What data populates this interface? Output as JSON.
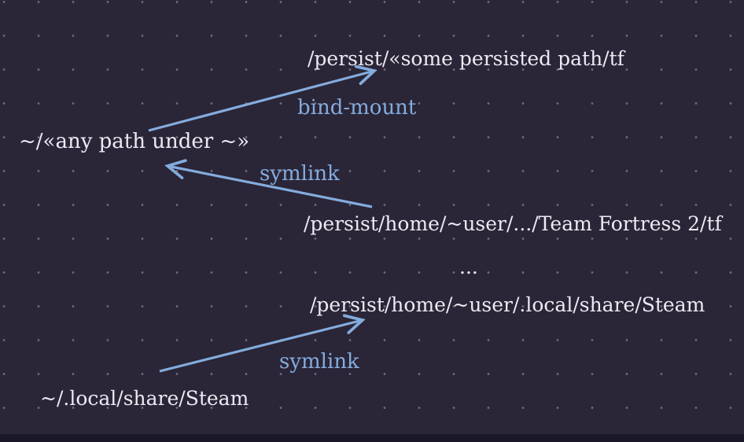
{
  "theme": {
    "background": "#2a2537",
    "bottom_strip": "#1a1726",
    "dot_color": "#6f6c80",
    "text_color": "#eceaf2",
    "accent_blue": "#84acdd"
  },
  "nodes": [
    {
      "id": "persist-persisted-path",
      "text": "/persist/«some persisted path/tf"
    },
    {
      "id": "home-any-path",
      "text": "~/«any path under ~»"
    },
    {
      "id": "persist-team-fortress",
      "text": "/persist/home/~user/.../Team Fortress 2/tf"
    },
    {
      "id": "ellipsis",
      "text": "..."
    },
    {
      "id": "persist-steam",
      "text": "/persist/home/~user/.local/share/Steam"
    },
    {
      "id": "home-steam",
      "text": "~/.local/share/Steam"
    }
  ],
  "edges": [
    {
      "label": "bind-mount",
      "from": "~/«any path under ~»",
      "to": "/persist/«some persisted path/tf"
    },
    {
      "label": "symlink",
      "from": "/persist/home/~user/.../Team Fortress 2/tf",
      "to": "~/«any path under ~»"
    },
    {
      "label": "symlink",
      "from": "~/.local/share/Steam",
      "to": "/persist/home/~user/.local/share/Steam"
    }
  ]
}
